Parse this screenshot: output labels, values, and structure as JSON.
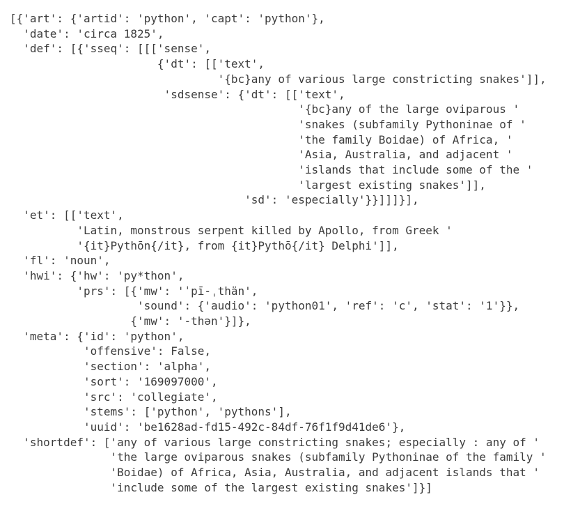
{
  "colors": {
    "background": "#ffffff",
    "text": "#3c3c3c"
  },
  "output": {
    "lines": [
      "[{'art': {'artid': 'python', 'capt': 'python'},",
      "  'date': 'circa 1825',",
      "  'def': [{'sseq': [[['sense',",
      "                      {'dt': [['text',",
      "                               '{bc}any of various large constricting snakes']],",
      "                       'sdsense': {'dt': [['text',",
      "                                           '{bc}any of the large oviparous '",
      "                                           'snakes (subfamily Pythoninae of '",
      "                                           'the family Boidae) of Africa, '",
      "                                           'Asia, Australia, and adjacent '",
      "                                           'islands that include some of the '",
      "                                           'largest existing snakes']],",
      "                                   'sd': 'especially'}}]]]}],",
      "  'et': [['text',",
      "          'Latin, monstrous serpent killed by Apollo, from Greek '",
      "          '{it}Pythōn{/it}, from {it}Pythō{/it} Delphi']],",
      "  'fl': 'noun',",
      "  'hwi': {'hw': 'py*thon',",
      "          'prs': [{'mw': 'ˈpī-ˌthän',",
      "                   'sound': {'audio': 'python01', 'ref': 'c', 'stat': '1'}},",
      "                  {'mw': '-thən'}]},",
      "  'meta': {'id': 'python',",
      "           'offensive': False,",
      "           'section': 'alpha',",
      "           'sort': '169097000',",
      "           'src': 'collegiate',",
      "           'stems': ['python', 'pythons'],",
      "           'uuid': 'be1628ad-fd15-492c-84df-76f1f9d41de6'},",
      "  'shortdef': ['any of various large constricting snakes; especially : any of '",
      "               'the large oviparous snakes (subfamily Pythoninae of the family '",
      "               'Boidae) of Africa, Asia, Australia, and adjacent islands that '",
      "               'include some of the largest existing snakes']}]"
    ]
  }
}
